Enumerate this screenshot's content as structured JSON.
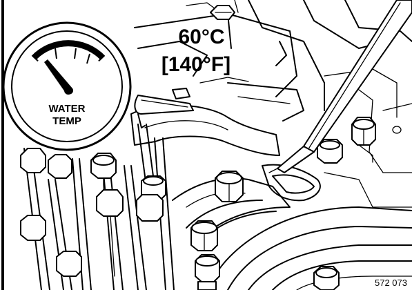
{
  "gauge": {
    "label_line1": "WATER",
    "label_line2": "TEMP"
  },
  "temperature": {
    "celsius": "60°C",
    "fahrenheit": "[140°F]"
  },
  "figure_number": "572 073",
  "colors": {
    "ink": "#000000",
    "paper": "#ffffff"
  }
}
